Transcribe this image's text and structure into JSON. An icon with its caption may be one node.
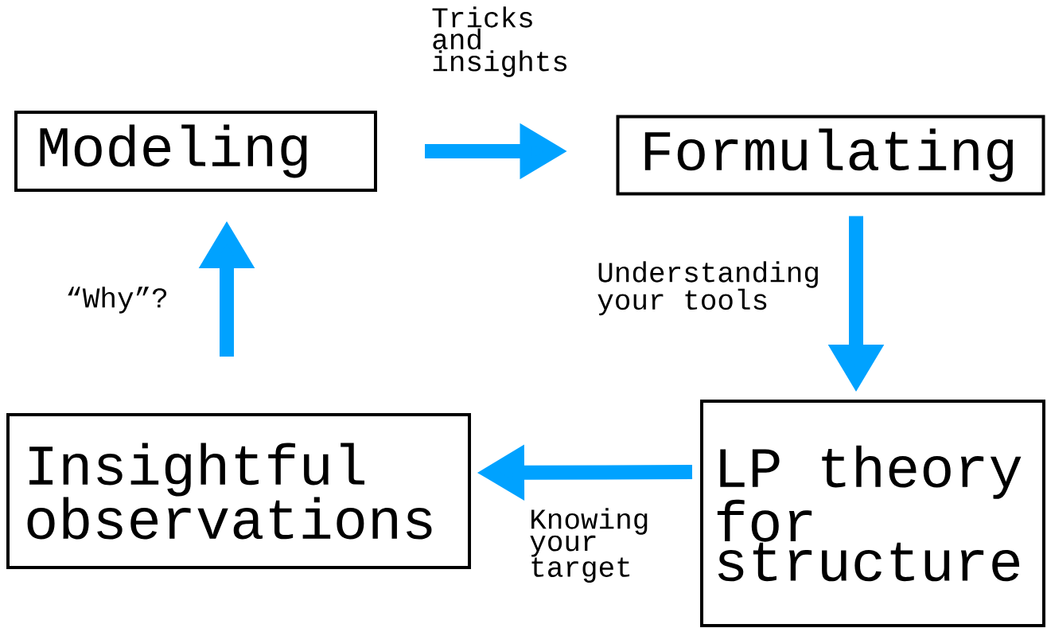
{
  "diagram": {
    "nodes": [
      {
        "text": [
          "Modeling"
        ]
      },
      {
        "text": [
          "Formulating"
        ]
      },
      {
        "text": [
          "LP theory for structure"
        ]
      },
      {
        "text": [
          "Insightful observations"
        ]
      }
    ],
    "edges": [
      {
        "from": 0,
        "to": 1,
        "arrow": "to",
        "label": "Tricks and insights"
      },
      {
        "from": 1,
        "to": 2,
        "arrow": "to",
        "label": "Understanding your tools"
      },
      {
        "from": 2,
        "to": 3,
        "arrow": "to",
        "label": "Knowing your target"
      },
      {
        "from": 3,
        "to": 0,
        "arrow": "to",
        "label": "“Why”?"
      }
    ]
  }
}
